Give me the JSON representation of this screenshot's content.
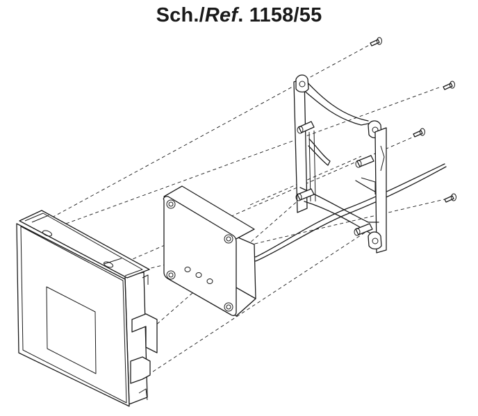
{
  "title": {
    "prefix": "Sch./",
    "italic": "Ref",
    "suffix": ". 1158/55"
  },
  "diagram": {
    "type": "exploded-assembly",
    "parts": [
      {
        "id": "front-cover-plate"
      },
      {
        "id": "electronic-module"
      },
      {
        "id": "mounting-frame"
      },
      {
        "id": "fixing-screws",
        "count": 4
      },
      {
        "id": "connection-cable"
      }
    ]
  }
}
